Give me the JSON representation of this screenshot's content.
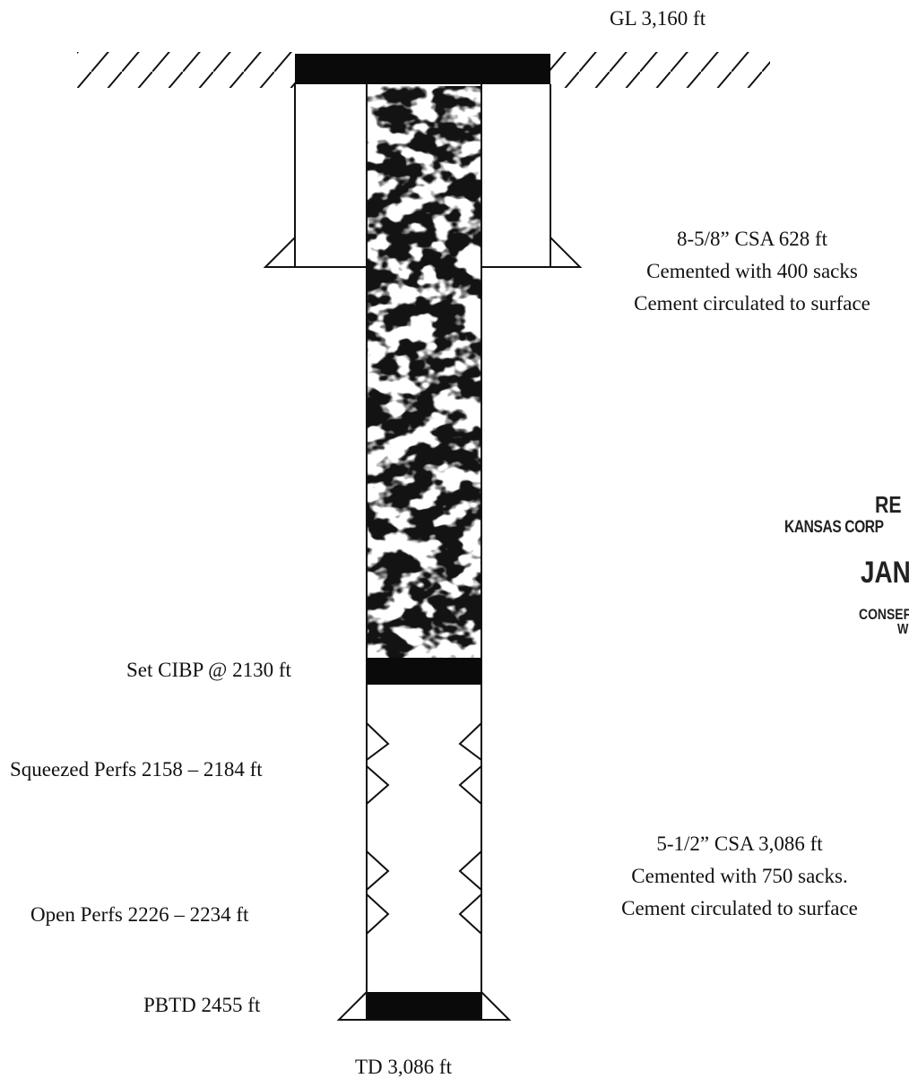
{
  "labels": {
    "ground_level": "GL 3,160 ft",
    "surface_casing": {
      "line1": "8-5/8”  CSA  628 ft",
      "line2": "Cemented with 400 sacks",
      "line3": "Cement circulated to surface"
    },
    "cibp": "Set CIBP @ 2130  ft",
    "squeezed_perfs": "Squeezed Perfs 2158 – 2184  ft",
    "production_casing": {
      "line1": "5-1/2”  CSA 3,086 ft",
      "line2": "Cemented with 750 sacks.",
      "line3": "Cement circulated to surface"
    },
    "open_perfs": "Open Perfs 2226 – 2234  ft",
    "pbtd": "PBTD 2455  ft",
    "td": "TD  3,086 ft"
  },
  "stamp": {
    "line1": "RE",
    "line2": "KANSAS CORP",
    "line3": "JAN",
    "line4": "CONSEF",
    "line5": "W"
  },
  "colors": {
    "line": "#111111",
    "plug_fill": "#0a0a0a",
    "cement_dark": "#1c1c1c"
  }
}
